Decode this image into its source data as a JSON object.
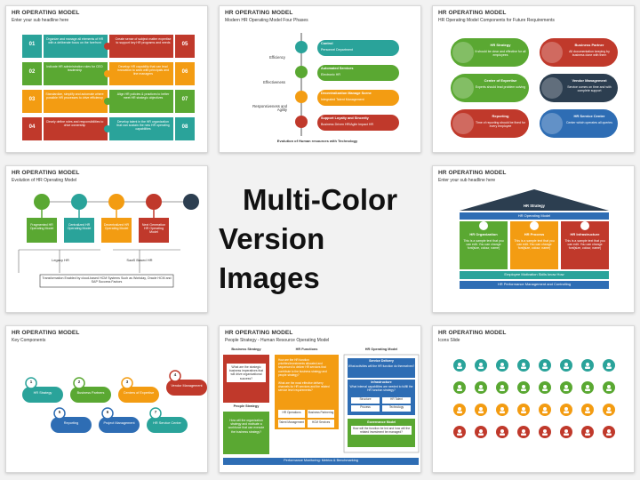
{
  "headline": {
    "line1": "Multi-Color",
    "line2": "Version Images"
  },
  "colors": {
    "green": "#5aa832",
    "teal": "#2aa39a",
    "orange": "#f39c12",
    "red": "#c0392b",
    "navy": "#2c3e50",
    "blue": "#2e6db4"
  },
  "slides": [
    {
      "title": "HR OPERATING MODEL",
      "subtitle": "Enter your sub headline here",
      "numbers": [
        "01",
        "02",
        "03",
        "04",
        "05",
        "06",
        "07",
        "08"
      ],
      "texts": [
        "Organize and manage all elements of HR with a deliberate focus on the forefront",
        "Indicate HR administration roles for CEO leadership",
        "Standardize, simplify and automate where possible HR processes to drive efficiency",
        "Clearly define roles and responsibilities to drive ownership",
        "Create sense of subject matter expertise to support key HR programs and needs",
        "Develop HR capability that can lead innovation to work with principals and line managers",
        "Align HR policies & practices to better meet HR strategic objectives",
        "Develop talent in the HR organization that can sustain the new HR operating capabilities"
      ]
    },
    {
      "title": "HR OPERATING MODEL",
      "subtitle": "Modern HR Operating Model Four Phases",
      "left": [
        "Efficiency",
        "Effectiveness",
        "Responsiveness and Agility"
      ],
      "phases": [
        {
          "head": "Control",
          "sub": "Personnel Department"
        },
        {
          "head": "Automated Services",
          "sub": "Electronic HR"
        },
        {
          "head": "Decentralization Manage Scene",
          "sub": "Integrated Talent Management"
        },
        {
          "head": "Support Loyalty and Sincerity",
          "sub": "Business Driven HR/Agile Impact HR"
        }
      ],
      "footer": "Evolution of Human resources with Technology"
    },
    {
      "title": "HR OPERATING MODEL",
      "subtitle": "HR Operating Model Components for Future Requirements",
      "cards": [
        {
          "head": "HR Strategy",
          "body": "It should be clear and effective for all employees"
        },
        {
          "head": "Business Partner",
          "body": "All documentation keeping by business done with them"
        },
        {
          "head": "Center of Expertise",
          "body": "Experts should lead problem solving"
        },
        {
          "head": "Vendor Management",
          "body": "Service comes on time and with complete support"
        },
        {
          "head": "Reporting",
          "body": "Time of reporting should be fixed for every employee"
        },
        {
          "head": "HR Service Center",
          "body": "Center which operates all queries"
        }
      ]
    },
    {
      "title": "HR OPERATING MODEL",
      "subtitle": "Evolution of HR Operating Model",
      "boxes": [
        "Fragmented HR Operating Model",
        "Centralized HR Operating Model",
        "Decentralized HR Operating Model",
        "Next Generation HR Operating Model"
      ],
      "legacy": "Legacy HR",
      "saas": "SaaS Based HR",
      "footer": "Transformation Enabled by cloud-based HCM Systems Such as Workday, Oracle HCM and SAP Success Factors"
    },
    {
      "title": "HR OPERATING MODEL",
      "subtitle": "Enter your sub headline here",
      "roof": "HR Strategy",
      "band": "HR Operating Model",
      "pillars": [
        {
          "head": "HR Organization",
          "body": "This is a sample text that you can edit. You can change font(size, colour, name)"
        },
        {
          "head": "HR Process",
          "body": "This is a sample text that you can edit. You can change font(size, colour, name)"
        },
        {
          "head": "HR Infrastructure",
          "body": "This is a sample text that you can edit. You can change font(size, colour, name)"
        }
      ],
      "base1": "Employee Motivation Skills know How",
      "base2": "HR Performance Management and Controlling"
    },
    {
      "title": "HR OPERATING MODEL",
      "subtitle": "Key Components",
      "nums": [
        "1",
        "2",
        "3",
        "4",
        "5",
        "6",
        "7"
      ],
      "labels": [
        "HR Strategy",
        "Business Partners",
        "Centers of Expertise",
        "Vendor Management",
        "Reporting",
        "Project Management",
        "HR Service Center"
      ]
    },
    {
      "title": "HR OPERATING MODEL",
      "subtitle": "People Strategy - Human Resource Operating Model",
      "cols": [
        "Business Strategy",
        "HR Functions",
        "HR Operating Model"
      ],
      "q1": "What are the strategic business imperatives that will drive organizational success?",
      "people": "People Strategy",
      "q2": "How will the organization strategy and motivate a workforce that can execute the business strategy?",
      "hrf": [
        "How are the HR function priorities/investments allocated and sequenced to deliver HR services that contribute to the business strategy and people strategy?",
        "What are the most effective delivery channels for HR services and the related service level requirements?"
      ],
      "chips": [
        "HR Operations",
        "Business Partnering",
        "Talent Management",
        "HCM Services"
      ],
      "sd": "Service Delivery",
      "sdq": "What activities will the HR function do themselves?",
      "inf": "Infrastructure",
      "infq": "What internal capabilities are needed to fulfill the HR function strategy?",
      "infchips": [
        "Structure",
        "HR Talent",
        "Process",
        "Technology"
      ],
      "gov": "Governance Model",
      "govq": "How will the function be led and how will the related investment be managed?",
      "footer": "Performance Monitoring: Metrics & Benchmarking"
    },
    {
      "title": "HR OPERATING MODEL",
      "subtitle": "Icons Slide"
    }
  ]
}
